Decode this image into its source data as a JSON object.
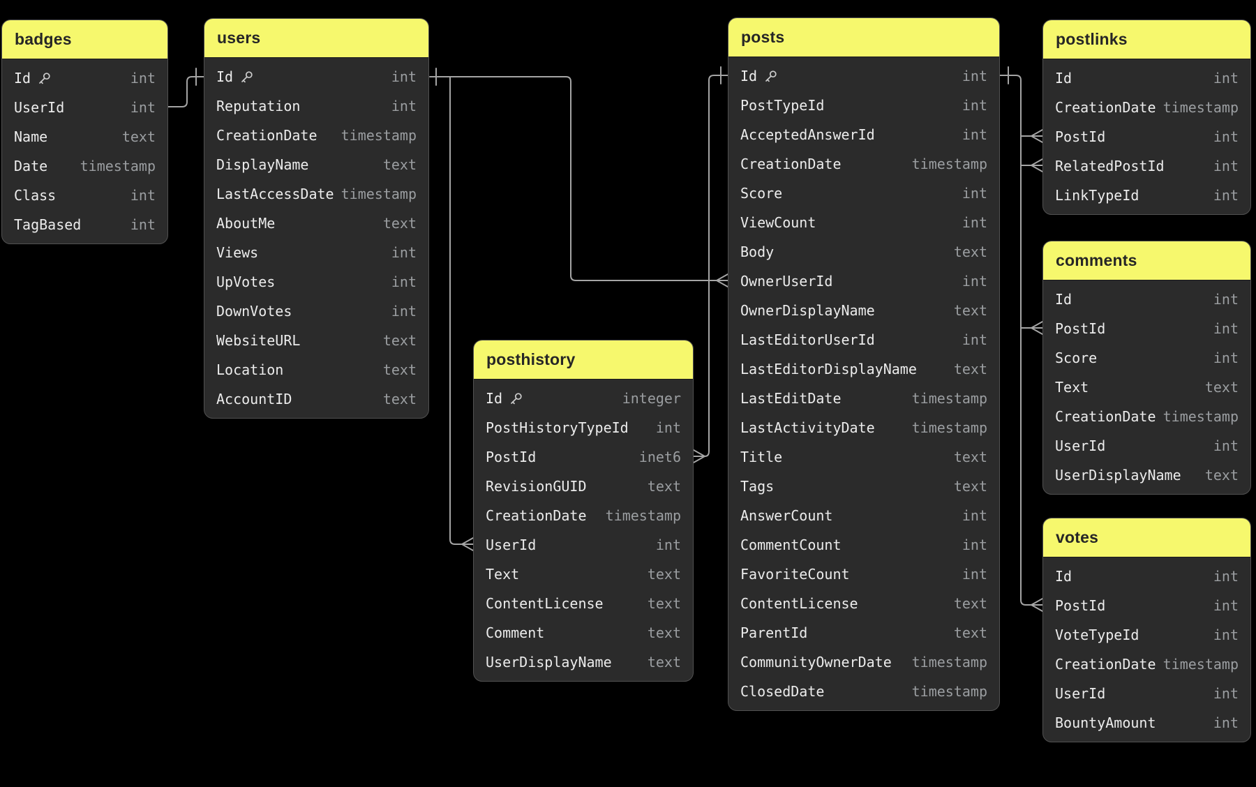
{
  "canvas": {
    "background": "#000000",
    "colors": {
      "table_header": "#f6f86d",
      "table_body": "#2b2b2b",
      "table_border": "#515151",
      "header_text": "#262626",
      "field_text": "#ececec",
      "type_text": "#9b9ea1",
      "relation_line": "#a5a5a5",
      "key_icon": "#cdcdcd"
    }
  },
  "tables": [
    {
      "name": "badges",
      "fields": [
        {
          "name": "Id",
          "type": "int",
          "key": true
        },
        {
          "name": "UserId",
          "type": "int",
          "key": false
        },
        {
          "name": "Name",
          "type": "text",
          "key": false
        },
        {
          "name": "Date",
          "type": "timestamp",
          "key": false
        },
        {
          "name": "Class",
          "type": "int",
          "key": false
        },
        {
          "name": "TagBased",
          "type": "int",
          "key": false
        }
      ]
    },
    {
      "name": "users",
      "fields": [
        {
          "name": "Id",
          "type": "int",
          "key": true
        },
        {
          "name": "Reputation",
          "type": "int",
          "key": false
        },
        {
          "name": "CreationDate",
          "type": "timestamp",
          "key": false
        },
        {
          "name": "DisplayName",
          "type": "text",
          "key": false
        },
        {
          "name": "LastAccessDate",
          "type": "timestamp",
          "key": false
        },
        {
          "name": "AboutMe",
          "type": "text",
          "key": false
        },
        {
          "name": "Views",
          "type": "int",
          "key": false
        },
        {
          "name": "UpVotes",
          "type": "int",
          "key": false
        },
        {
          "name": "DownVotes",
          "type": "int",
          "key": false
        },
        {
          "name": "WebsiteURL",
          "type": "text",
          "key": false
        },
        {
          "name": "Location",
          "type": "text",
          "key": false
        },
        {
          "name": "AccountID",
          "type": "text",
          "key": false
        }
      ]
    },
    {
      "name": "posthistory",
      "fields": [
        {
          "name": "Id",
          "type": "integer",
          "key": true
        },
        {
          "name": "PostHistoryTypeId",
          "type": "int",
          "key": false
        },
        {
          "name": "PostId",
          "type": "inet6",
          "key": false
        },
        {
          "name": "RevisionGUID",
          "type": "text",
          "key": false
        },
        {
          "name": "CreationDate",
          "type": "timestamp",
          "key": false
        },
        {
          "name": "UserId",
          "type": "int",
          "key": false
        },
        {
          "name": "Text",
          "type": "text",
          "key": false
        },
        {
          "name": "ContentLicense",
          "type": "text",
          "key": false
        },
        {
          "name": "Comment",
          "type": "text",
          "key": false
        },
        {
          "name": "UserDisplayName",
          "type": "text",
          "key": false
        }
      ]
    },
    {
      "name": "posts",
      "fields": [
        {
          "name": "Id",
          "type": "int",
          "key": true
        },
        {
          "name": "PostTypeId",
          "type": "int",
          "key": false
        },
        {
          "name": "AcceptedAnswerId",
          "type": "int",
          "key": false
        },
        {
          "name": "CreationDate",
          "type": "timestamp",
          "key": false
        },
        {
          "name": "Score",
          "type": "int",
          "key": false
        },
        {
          "name": "ViewCount",
          "type": "int",
          "key": false
        },
        {
          "name": "Body",
          "type": "text",
          "key": false
        },
        {
          "name": "OwnerUserId",
          "type": "int",
          "key": false
        },
        {
          "name": "OwnerDisplayName",
          "type": "text",
          "key": false
        },
        {
          "name": "LastEditorUserId",
          "type": "int",
          "key": false
        },
        {
          "name": "LastEditorDisplayName",
          "type": "text",
          "key": false
        },
        {
          "name": "LastEditDate",
          "type": "timestamp",
          "key": false
        },
        {
          "name": "LastActivityDate",
          "type": "timestamp",
          "key": false
        },
        {
          "name": "Title",
          "type": "text",
          "key": false
        },
        {
          "name": "Tags",
          "type": "text",
          "key": false
        },
        {
          "name": "AnswerCount",
          "type": "int",
          "key": false
        },
        {
          "name": "CommentCount",
          "type": "int",
          "key": false
        },
        {
          "name": "FavoriteCount",
          "type": "int",
          "key": false
        },
        {
          "name": "ContentLicense",
          "type": "text",
          "key": false
        },
        {
          "name": "ParentId",
          "type": "text",
          "key": false
        },
        {
          "name": "CommunityOwnerDate",
          "type": "timestamp",
          "key": false
        },
        {
          "name": "ClosedDate",
          "type": "timestamp",
          "key": false
        }
      ]
    },
    {
      "name": "postlinks",
      "fields": [
        {
          "name": "Id",
          "type": "int",
          "key": false
        },
        {
          "name": "CreationDate",
          "type": "timestamp",
          "key": false
        },
        {
          "name": "PostId",
          "type": "int",
          "key": false
        },
        {
          "name": "RelatedPostId",
          "type": "int",
          "key": false
        },
        {
          "name": "LinkTypeId",
          "type": "int",
          "key": false
        }
      ]
    },
    {
      "name": "comments",
      "fields": [
        {
          "name": "Id",
          "type": "int",
          "key": false
        },
        {
          "name": "PostId",
          "type": "int",
          "key": false
        },
        {
          "name": "Score",
          "type": "int",
          "key": false
        },
        {
          "name": "Text",
          "type": "text",
          "key": false
        },
        {
          "name": "CreationDate",
          "type": "timestamp",
          "key": false
        },
        {
          "name": "UserId",
          "type": "int",
          "key": false
        },
        {
          "name": "UserDisplayName",
          "type": "text",
          "key": false
        }
      ]
    },
    {
      "name": "votes",
      "fields": [
        {
          "name": "Id",
          "type": "int",
          "key": false
        },
        {
          "name": "PostId",
          "type": "int",
          "key": false
        },
        {
          "name": "VoteTypeId",
          "type": "int",
          "key": false
        },
        {
          "name": "CreationDate",
          "type": "timestamp",
          "key": false
        },
        {
          "name": "UserId",
          "type": "int",
          "key": false
        },
        {
          "name": "BountyAmount",
          "type": "int",
          "key": false
        }
      ]
    }
  ],
  "relationships": [
    {
      "from": "badges.UserId",
      "to": "users.Id",
      "cardinality": "many-to-one"
    },
    {
      "from": "posts.OwnerUserId",
      "to": "users.Id",
      "cardinality": "many-to-one"
    },
    {
      "from": "posthistory.UserId",
      "to": "users.Id",
      "cardinality": "many-to-one"
    },
    {
      "from": "posthistory.PostId",
      "to": "posts.Id",
      "cardinality": "many-to-one"
    },
    {
      "from": "postlinks.PostId",
      "to": "posts.Id",
      "cardinality": "many-to-one"
    },
    {
      "from": "postlinks.RelatedPostId",
      "to": "posts.Id",
      "cardinality": "many-to-one"
    },
    {
      "from": "comments.PostId",
      "to": "posts.Id",
      "cardinality": "many-to-one"
    },
    {
      "from": "votes.PostId",
      "to": "posts.Id",
      "cardinality": "many-to-one"
    }
  ]
}
